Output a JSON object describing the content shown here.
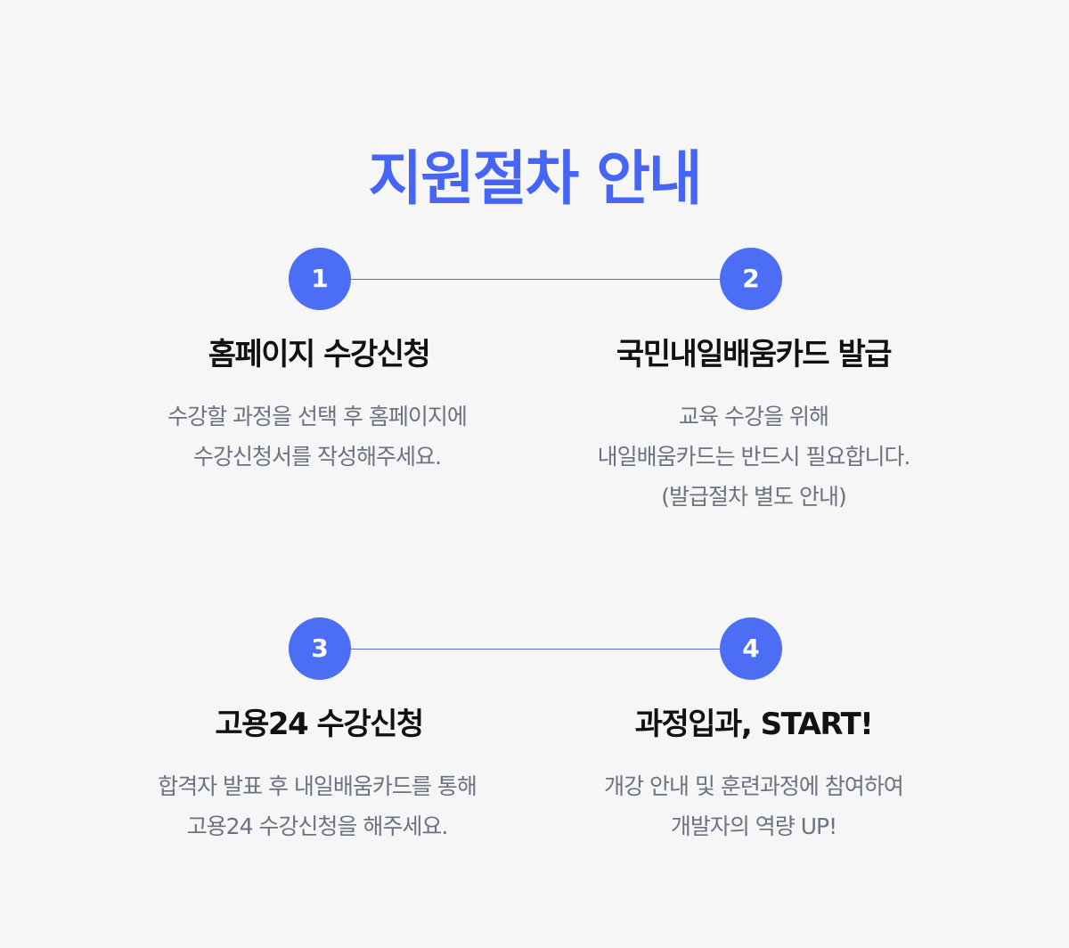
{
  "title": "지원절차 안내",
  "steps": [
    {
      "number": "1",
      "title": "홈페이지 수강신청",
      "description": [
        "수강할 과정을 선택 후 홈페이지에",
        "수강신청서를 작성해주세요."
      ]
    },
    {
      "number": "2",
      "title": "국민내일배움카드 발급",
      "description": [
        "교육 수강을 위해",
        "내일배움카드는 반드시 필요합니다.",
        "(발급절차 별도 안내)"
      ]
    },
    {
      "number": "3",
      "title": "고용24 수강신청",
      "description": [
        "합격자 발표 후 내일배움카드를 통해",
        "고용24 수강신청을 해주세요."
      ]
    },
    {
      "number": "4",
      "title": "과정입과, START!",
      "description": [
        "개강 안내 및 훈련과정에 참여하여",
        "개발자의 역량 UP!"
      ]
    }
  ],
  "colors": {
    "accent": "#4c6ef5",
    "title": "#4765f5",
    "background": "#f6f6f7",
    "step_title": "#111111",
    "description": "#6b7380"
  }
}
